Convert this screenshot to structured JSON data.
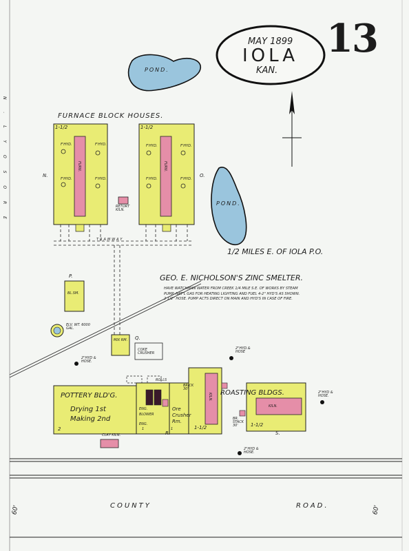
{
  "sheet": {
    "number": "13",
    "title_date": "MAY 1899",
    "title_town": "IOLA",
    "title_state": "KAN.",
    "location": "1/2 MILES E. OF IOLA P.O.",
    "owner": "GEO. E. NICHOLSON'S ZINC SMELTER.",
    "notes": "HAVE WATCHMAN WATER FROM CREEK 1/4 MILE S.E. OF WORKS BY STEAM PUMP. NAT'L GAS FOR HEATING LIGHTING AND FUEL 4-2\" HYD'S AS SHOWN. 2 1/2\" HOSE. PUMP ACTS DIRECT ON MAIN AND HYD'S IN CASE OF FIRE."
  },
  "labels": {
    "pond_top": "POND.",
    "pond_right": "POND.",
    "furnace_title": "FURNACE  BLOCK  HOUSES.",
    "stories_a": "1-1/2",
    "stories_b": "1-1/2",
    "furn": "FURN.",
    "hyd": "F'HYD.",
    "letter_n": "N.",
    "letter_o": "O.",
    "letter_p": "P.",
    "letter_q": "Q.",
    "letter_r": "R.",
    "letter_s": "S.",
    "retort_kiln": "RETORT KILN.",
    "tramway": "TRAMWAY",
    "bl_sm": "BL.SM.",
    "elev_tank": "ELV. WT. 6000 GAL.",
    "mix_rm": "MIX RM.",
    "coke_crusher": "COKE CRUSHER",
    "hyd_hose_1": "2\"HYD & HOSE.",
    "hyd_hose_2": "2\"HYD.& HOSE",
    "hyd_hose_3": "2\"HYD & HOSE.",
    "hyd_hose_4": "2\"HYD & HOSE.",
    "pottery_bldg": "POTTERY BLD'G.",
    "drying": "Drying 1st",
    "making": "Making 2nd",
    "story_2": "2",
    "story_1": "1",
    "story_1b": "1",
    "story_1_half": "1-1/2",
    "story_1_half_b": "1-1/2",
    "eng": "ENG.",
    "eng_b": "ENG.",
    "blower": "BLOWER",
    "rolls": "ROLLS",
    "ore_crusher": "Ore Crusher Rm.",
    "kiln": "KILN.",
    "kiln_b": "KILN.",
    "clay_kiln": "CLAY KILN.",
    "roasting": "ROASTING BLDGS.",
    "brick_stack": "BRICK 30'",
    "brick_stack_b": "BR. STACK 30'",
    "county_road": "COUNTY",
    "county_road_b": "ROAD.",
    "width_left": "60'",
    "width_right": "60'",
    "margin_text": "N . L Y O S O R E"
  },
  "legend_colors": {
    "frame": "#e9ec74",
    "brick": "#e58ea8",
    "water": "#9ac5dd",
    "paper": "#f4f6f3"
  }
}
